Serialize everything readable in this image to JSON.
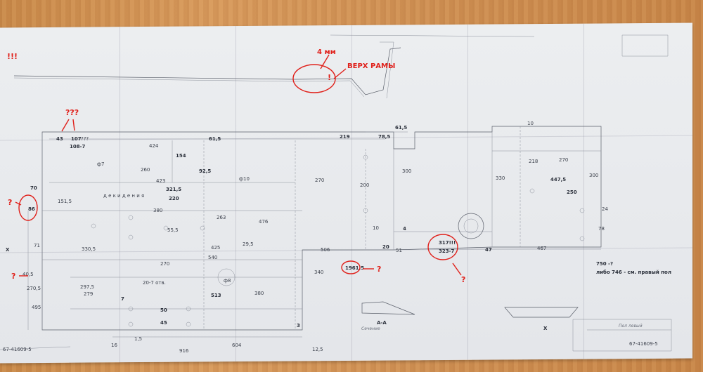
{
  "annotations": {
    "exclaim_top_left": "!!!",
    "question_top": "???",
    "thickness_note": "4 мм",
    "frame_top": "ВЕРХ РАМЫ",
    "question_mid": "?",
    "question_right": "?",
    "question_left_1": "?",
    "question_left_2": "?",
    "exclaim_mid": "!"
  },
  "dimensions": {
    "d43": "43",
    "d107": "107",
    "d107_q": "???",
    "d108_7": "108-7",
    "d61_5": "61,5",
    "d219": "219",
    "d78_5": "78,5",
    "d61_5b": "61,5",
    "d154": "154",
    "d92_5": "92,5",
    "d424": "424",
    "d260": "260",
    "d423": "423",
    "d321_5": "321,5",
    "d220": "220",
    "d380": "380",
    "d55_5": "55,5",
    "d263": "263",
    "d476": "476",
    "d29_5": "29,5",
    "d270a": "270",
    "d200": "200",
    "d300": "300",
    "d10": "10",
    "d20": "20",
    "d51": "51",
    "d4": "4",
    "d317": "317!!!",
    "d323_7": "323-7",
    "d47": "47",
    "d10b": "10",
    "d218": "218",
    "d270b": "270",
    "d330": "330",
    "d447_5": "447,5",
    "d300b": "300",
    "d250": "250",
    "d24": "24",
    "d78": "78",
    "d467": "467",
    "d1961_5": "1961,5",
    "d750": "750 -?",
    "d750_note": "либо 746 - см. правый пол",
    "d70": "70",
    "d86": "86",
    "d151_5": "151,5",
    "d330_5": "330,5",
    "d540": "540",
    "d270c": "270",
    "d425": "425",
    "d297_5": "297,5",
    "d279": "279",
    "d7": "7",
    "d50": "50",
    "d45": "45",
    "d513": "513",
    "d380b": "380",
    "d3": "3",
    "d1_5": "1,5",
    "d16": "16",
    "d916": "916",
    "d604": "604",
    "d12_5": "12,5",
    "d495": "495",
    "d270_5": "270,5",
    "d71": "71",
    "d40_5": "40,5",
    "d506": "506",
    "d340": "340",
    "d20_7": "20-7 отв.",
    "d8": "ф8",
    "d10c": "ф10",
    "d7b": "ф7",
    "d_desk": "д е к и д е н и я"
  },
  "labels": {
    "section_aa": "A-A",
    "section_word": "Сечение",
    "x_left": "X",
    "x_right": "X",
    "title_part": "Пол левый",
    "part_number": "67-41609-5",
    "part_number_left": "67-41609-5"
  },
  "colors": {
    "annotation_red": "#e0201a",
    "line_grey": "#5a5f6a",
    "paper": "#e6e8ec",
    "table_wood": "#d0904f"
  }
}
